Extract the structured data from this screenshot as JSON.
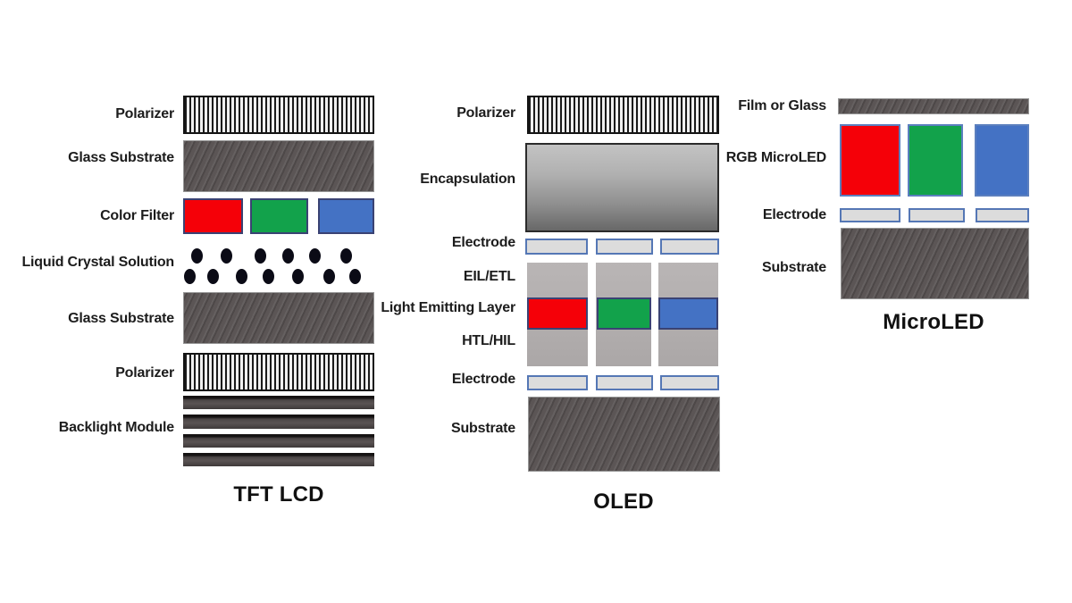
{
  "colors": {
    "red": "#f50008",
    "green": "#12a24b",
    "blue": "#4472c4",
    "chip_border": "#3a4273",
    "electrode_fill": "#dcdcdc",
    "electrode_border": "#5577b5",
    "substrate_dark": "#585252",
    "column_gray": "#b4b0b0",
    "text": "#1c1c1c"
  },
  "panels": {
    "lcd": {
      "title": "TFT LCD",
      "labels": {
        "polarizer_top": "Polarizer",
        "glass_top": "Glass Substrate",
        "color_filter": "Color Filter",
        "liquid_crystal": "Liquid Crystal Solution",
        "glass_bottom": "Glass Substrate",
        "polarizer_bottom": "Polarizer",
        "backlight": "Backlight Module"
      },
      "color_filter_segments": [
        "red",
        "green",
        "blue"
      ],
      "backlight_strip_count": 4,
      "liquid_crystal_dots": {
        "dot_count": 13,
        "rows": [
          {
            "y": 13,
            "x": [
              15,
              48,
              86,
              117,
              147,
              182
            ]
          },
          {
            "y": 36,
            "x": [
              7,
              33,
              65,
              95,
              128,
              163,
              192
            ]
          }
        ]
      }
    },
    "oled": {
      "title": "OLED",
      "labels": {
        "polarizer": "Polarizer",
        "encapsulation": "Encapsulation",
        "electrode_top": "Electrode",
        "eil_etl": "EIL/ETL",
        "light_emitting": "Light Emitting Layer",
        "htl_hil": "HTL/HIL",
        "electrode_bottom": "Electrode",
        "substrate": "Substrate"
      },
      "emitting_segments": [
        "red",
        "green",
        "blue"
      ]
    },
    "microled": {
      "title": "MicroLED",
      "labels": {
        "film_or_glass": "Film or Glass",
        "rgb_microled": "RGB MicroLED",
        "electrode": "Electrode",
        "substrate": "Substrate"
      },
      "led_segments": [
        "red",
        "green",
        "blue"
      ]
    }
  }
}
